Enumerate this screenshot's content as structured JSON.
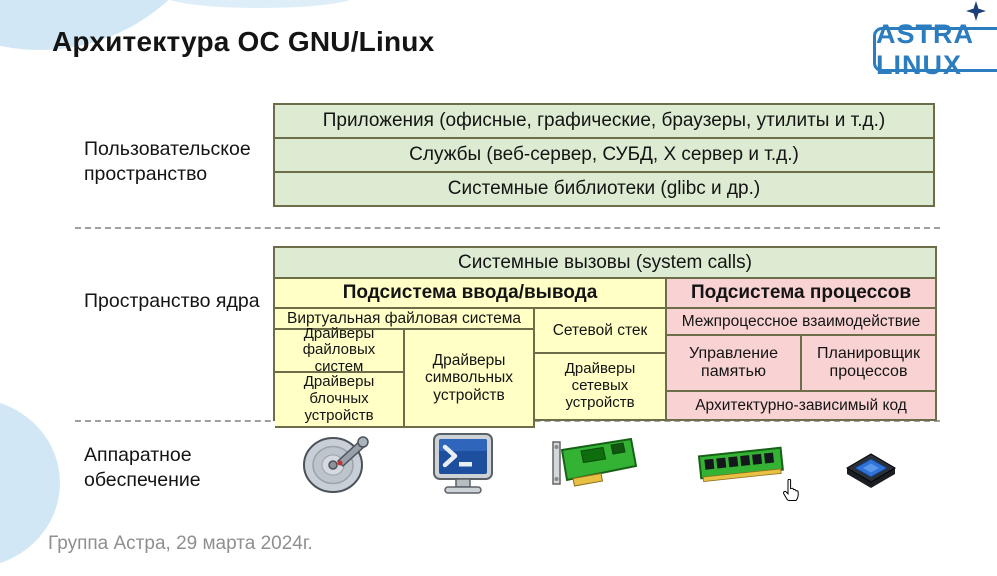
{
  "header": {
    "title": "Архитектура ОС GNU/Linux",
    "logo_text": "ASTRA LINUX"
  },
  "side_labels": {
    "user_space": "Пользовательское пространство",
    "kernel_space": "Пространство ядра",
    "hardware": "Аппаратное обеспечение"
  },
  "user_space_rows": [
    "Приложения (офисные, графические, браузеры, утилиты и т.д.)",
    "Службы (веб-сервер, СУБД, X сервер и т.д.)",
    "Системные библиотеки (glibc и др.)"
  ],
  "kernel": {
    "system_calls": "Системные вызовы (system calls)",
    "io_subsystem": {
      "header": "Подсистема ввода/вывода",
      "vfs": "Виртуальная файловая система",
      "network_stack": "Сетевой стек",
      "fs_drivers": "Драйверы файловых систем",
      "char_drivers": "Драйверы символьных устройств",
      "block_drivers": "Драйверы блочных устройств",
      "net_drivers": "Драйверы сетевых устройств"
    },
    "process_subsystem": {
      "header": "Подсистема процессов",
      "ipc": "Межпроцессное взаимодействие",
      "memory": "Управление памятью",
      "scheduler": "Планировщик процессов",
      "arch_code": "Архитектурно-зависимый код"
    }
  },
  "hardware_icons": [
    "hdd-icon",
    "terminal-icon",
    "network-card-icon",
    "ram-icon",
    "cpu-icon"
  ],
  "footer": "Группа Астра, 29 марта 2024г.",
  "colors": {
    "user_space_green": "#dcebd2",
    "io_yellow": "#ffffc6",
    "process_pink": "#f9d3d3",
    "logo_blue": "#2b7dc0",
    "border_olive": "#6d6d49"
  }
}
